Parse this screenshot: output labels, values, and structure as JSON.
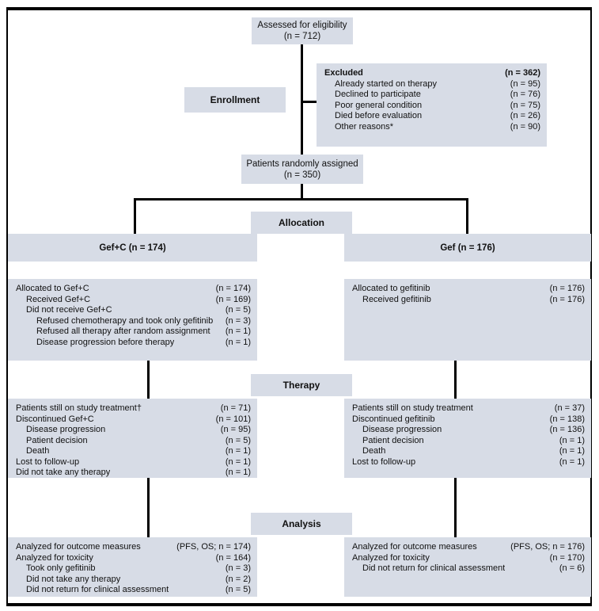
{
  "colors": {
    "box_fill": "#d7dce6",
    "line": "#000000",
    "background": "#ffffff"
  },
  "eligibility_box": {
    "line1": "Assessed for eligibility",
    "line2": "(n = 712)"
  },
  "excluded_box": {
    "rows": [
      {
        "t": "Excluded",
        "v": "(n = 362)",
        "i": 0,
        "b": true
      },
      {
        "t": "Already started on therapy",
        "v": "(n = 95)",
        "i": 1
      },
      {
        "t": "Declined to participate",
        "v": "(n = 76)",
        "i": 1
      },
      {
        "t": "Poor general condition",
        "v": "(n = 75)",
        "i": 1
      },
      {
        "t": "Died before evaluation",
        "v": "(n = 26)",
        "i": 1
      },
      {
        "t": "Other reasons*",
        "v": "(n = 90)",
        "i": 1
      }
    ]
  },
  "enrollment_label": "Enrollment",
  "randomized_box": {
    "line1": "Patients randomly assigned",
    "line2": "(n = 350)"
  },
  "allocation_label": "Allocation",
  "arm_headers": {
    "left": "Gef+C (n = 174)",
    "right": "Gef (n = 176)"
  },
  "allocation_left": {
    "rows": [
      {
        "t": "Allocated to Gef+C",
        "v": "(n = 174)",
        "i": 0
      },
      {
        "t": "Received Gef+C",
        "v": "(n = 169)",
        "i": 1
      },
      {
        "t": "Did not receive Gef+C",
        "v": "(n = 5)",
        "i": 1
      },
      {
        "t": "Refused chemotherapy and took only gefitinib",
        "v": "(n = 3)",
        "i": 2
      },
      {
        "t": "Refused all therapy after random assignment",
        "v": "(n = 1)",
        "i": 2
      },
      {
        "t": "Disease progression before therapy",
        "v": "(n = 1)",
        "i": 2
      }
    ]
  },
  "allocation_right": {
    "rows": [
      {
        "t": "Allocated to gefitinib",
        "v": "(n = 176)",
        "i": 0
      },
      {
        "t": "Received gefitinib",
        "v": "(n = 176)",
        "i": 1
      }
    ]
  },
  "therapy_label": "Therapy",
  "therapy_left": {
    "rows": [
      {
        "t": "Patients still on study treatment†",
        "v": "(n = 71)",
        "i": 0
      },
      {
        "t": "Discontinued Gef+C",
        "v": "(n = 101)",
        "i": 0
      },
      {
        "t": "Disease progression",
        "v": "(n = 95)",
        "i": 1
      },
      {
        "t": "Patient decision",
        "v": "(n = 5)",
        "i": 1
      },
      {
        "t": "Death",
        "v": "(n = 1)",
        "i": 1
      },
      {
        "t": "Lost to follow-up",
        "v": "(n = 1)",
        "i": 0
      },
      {
        "t": "Did not take any therapy",
        "v": "(n = 1)",
        "i": 0
      }
    ]
  },
  "therapy_right": {
    "rows": [
      {
        "t": "Patients still on study treatment",
        "v": "(n = 37)",
        "i": 0
      },
      {
        "t": "Discontinued gefitinib",
        "v": "(n = 138)",
        "i": 0
      },
      {
        "t": "Disease progression",
        "v": "(n = 136)",
        "i": 1
      },
      {
        "t": "Patient decision",
        "v": "(n = 1)",
        "i": 1
      },
      {
        "t": "Death",
        "v": "(n = 1)",
        "i": 1
      },
      {
        "t": "Lost to follow-up",
        "v": "(n = 1)",
        "i": 0
      }
    ]
  },
  "analysis_label": "Analysis",
  "analysis_left": {
    "rows": [
      {
        "t": "Analyzed for outcome measures",
        "v": "(PFS, OS; n = 174)",
        "i": 0
      },
      {
        "t": "Analyzed for toxicity",
        "v": "(n = 164)",
        "i": 0
      },
      {
        "t": "Took only gefitinib",
        "v": "(n = 3)",
        "i": 1
      },
      {
        "t": "Did not take any therapy",
        "v": "(n = 2)",
        "i": 1
      },
      {
        "t": "Did not return for clinical assessment",
        "v": "(n = 5)",
        "i": 1
      }
    ]
  },
  "analysis_right": {
    "rows": [
      {
        "t": "Analyzed for outcome measures",
        "v": "(PFS, OS; n = 176)",
        "i": 0
      },
      {
        "t": "Analyzed for toxicity",
        "v": "(n = 170)",
        "i": 0
      },
      {
        "t": "Did not return for clinical assessment",
        "v": "(n = 6)",
        "i": 1
      }
    ]
  }
}
